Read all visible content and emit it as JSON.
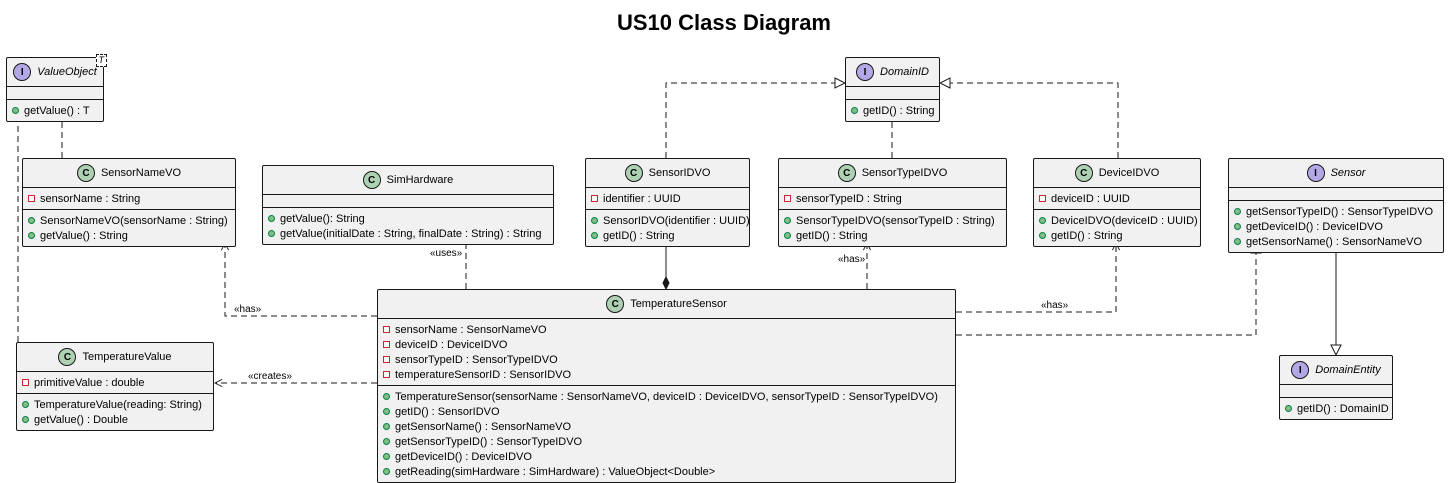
{
  "title": "US10 Class Diagram",
  "classes": {
    "valueObject": {
      "name": "ValueObject",
      "kind": "I",
      "type_param": "T",
      "fields": [],
      "methods": [
        "getValue() : T"
      ]
    },
    "domainId": {
      "name": "DomainID",
      "kind": "I",
      "fields": [],
      "methods": [
        "getID() : String"
      ]
    },
    "sensorNameVO": {
      "name": "SensorNameVO",
      "kind": "C",
      "fields": [
        "sensorName : String"
      ],
      "methods": [
        "SensorNameVO(sensorName : String)",
        "getValue() : String"
      ]
    },
    "simHardware": {
      "name": "SimHardware",
      "kind": "C",
      "fields": [],
      "methods": [
        "getValue(): String",
        "getValue(initialDate : String, finalDate : String) : String"
      ]
    },
    "sensorIdVO": {
      "name": "SensorIDVO",
      "kind": "C",
      "fields": [
        "identifier : UUID"
      ],
      "methods": [
        "SensorIDVO(identifier : UUID)",
        "getID() : String"
      ]
    },
    "sensorTypeIdVO": {
      "name": "SensorTypeIDVO",
      "kind": "C",
      "fields": [
        "sensorTypeID : String"
      ],
      "methods": [
        "SensorTypeIDVO(sensorTypeID : String)",
        "getID() : String"
      ]
    },
    "deviceIdVO": {
      "name": "DeviceIDVO",
      "kind": "C",
      "fields": [
        "deviceID : UUID"
      ],
      "methods": [
        "DeviceIDVO(deviceID : UUID)",
        "getID() : String"
      ]
    },
    "sensor": {
      "name": "Sensor",
      "kind": "I",
      "fields": [],
      "methods": [
        "getSensorTypeID() : SensorTypeIDVO",
        "getDeviceID() : DeviceIDVO",
        "getSensorName() : SensorNameVO"
      ]
    },
    "temperatureSensor": {
      "name": "TemperatureSensor",
      "kind": "C",
      "fields": [
        "sensorName : SensorNameVO",
        "deviceID : DeviceIDVO",
        "sensorTypeID : SensorTypeIDVO",
        "temperatureSensorID : SensorIDVO"
      ],
      "methods": [
        "TemperatureSensor(sensorName : SensorNameVO, deviceID : DeviceIDVO, sensorTypeID : SensorTypeIDVO)",
        "getID() : SensorIDVO",
        "getSensorName() : SensorNameVO",
        "getSensorTypeID() : SensorTypeIDVO",
        "getDeviceID() : DeviceIDVO",
        "getReading(simHardware : SimHardware) : ValueObject<Double>"
      ]
    },
    "temperatureValue": {
      "name": "TemperatureValue",
      "kind": "C",
      "fields": [
        "primitiveValue : double"
      ],
      "methods": [
        "TemperatureValue(reading: String)",
        "getValue() : Double"
      ]
    },
    "domainEntity": {
      "name": "DomainEntity",
      "kind": "I",
      "fields": [],
      "methods": [
        "getID() : DomainID"
      ]
    }
  },
  "relations": {
    "has_left": "«has»",
    "uses": "«uses»",
    "has_mid": "«has»",
    "has_right": "«has»",
    "creates": "«creates»"
  }
}
